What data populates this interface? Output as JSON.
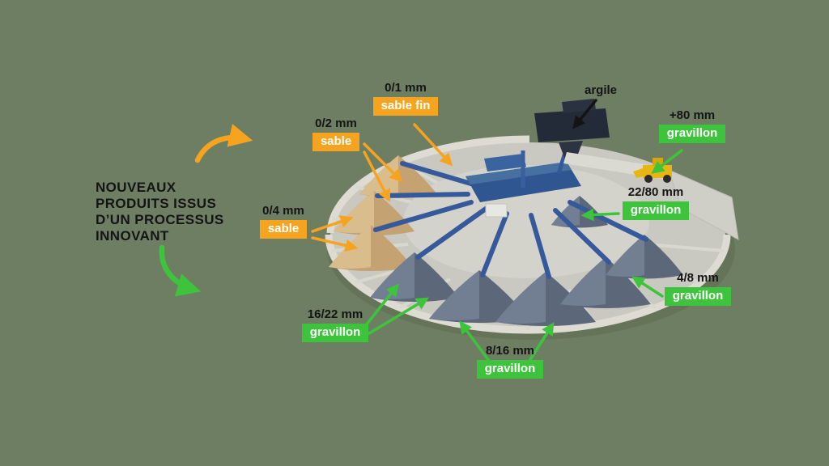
{
  "colors": {
    "background": "#6e7e63",
    "sable": "#f6a41f",
    "gravillon": "#3ec43c",
    "ink": "#141414"
  },
  "heading": {
    "lines": [
      "NOUVEAUX",
      "PRODUITS ISSUS",
      "D’UN PROCESSUS",
      "INNOVANT"
    ]
  },
  "callouts": {
    "sable_fin": {
      "size": "0/1 mm",
      "product": "sable fin"
    },
    "sable_0_2": {
      "size": "0/2 mm",
      "product": "sable"
    },
    "sable_0_4": {
      "size": "0/4 mm",
      "product": "sable"
    },
    "argile": {
      "label": "argile"
    },
    "gravillon_plus80": {
      "size": "+80 mm",
      "product": "gravillon"
    },
    "gravillon_22_80": {
      "size": "22/80 mm",
      "product": "gravillon"
    },
    "gravillon_4_8": {
      "size": "4/8 mm",
      "product": "gravillon"
    },
    "gravillon_16_22": {
      "size": "16/22 mm",
      "product": "gravillon"
    },
    "gravillon_8_16": {
      "size": "8/16 mm",
      "product": "gravillon"
    }
  }
}
